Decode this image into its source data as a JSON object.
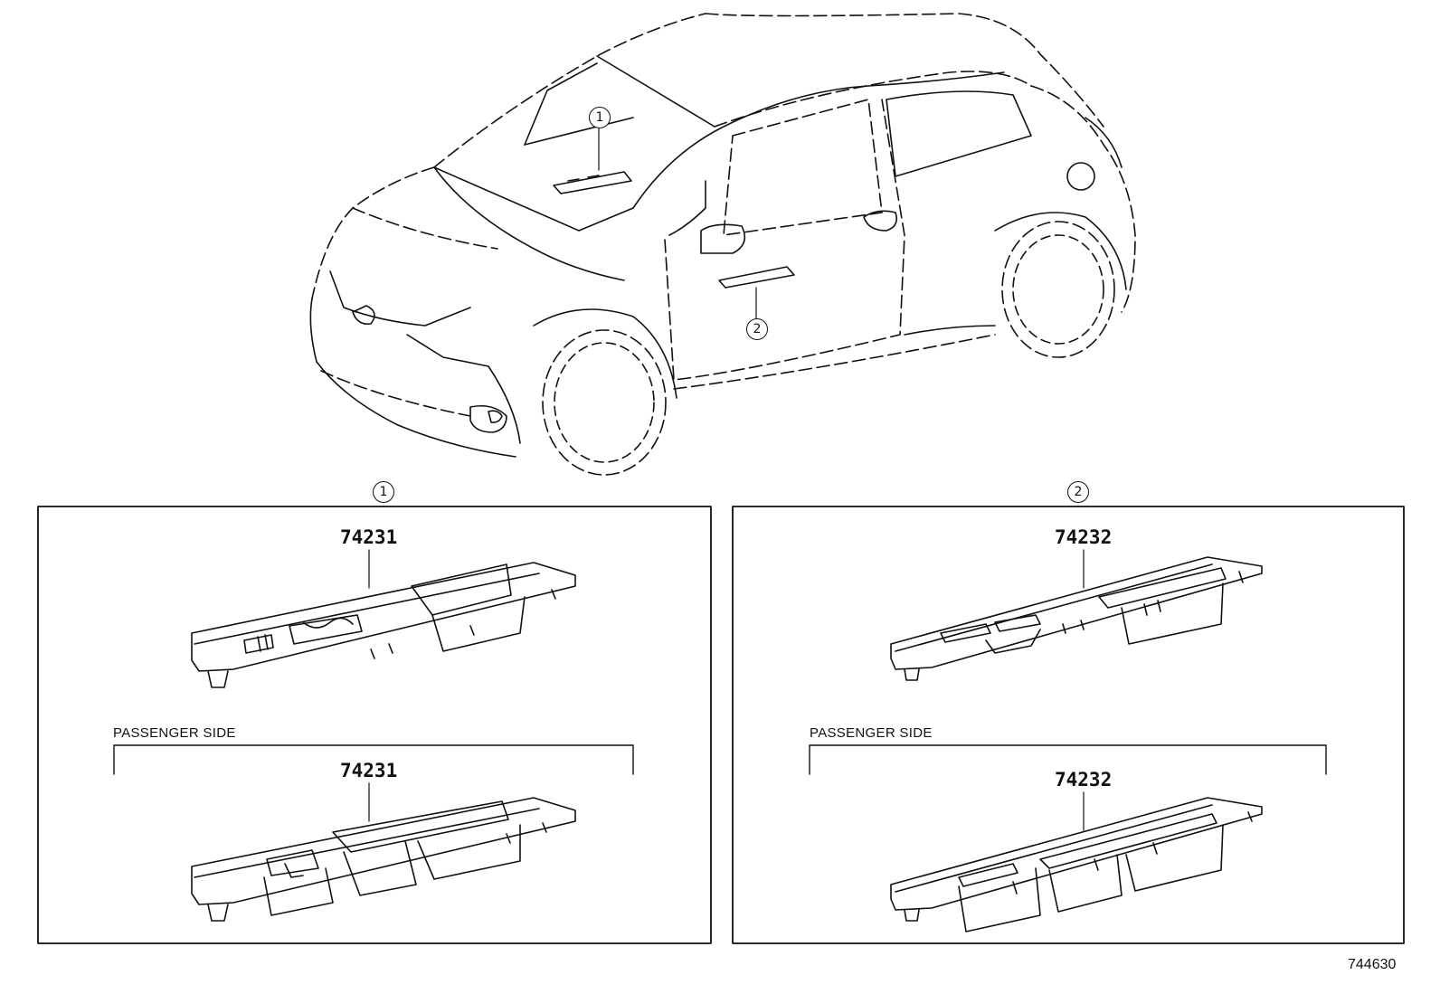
{
  "callouts": {
    "one": "1",
    "two": "2"
  },
  "panel_1": {
    "driver_part": "74231",
    "passenger_label": "PASSENGER SIDE",
    "passenger_part": "74231"
  },
  "panel_2": {
    "driver_part": "74232",
    "passenger_label": "PASSENGER SIDE",
    "passenger_part": "74232"
  },
  "illustration_number": "744630"
}
